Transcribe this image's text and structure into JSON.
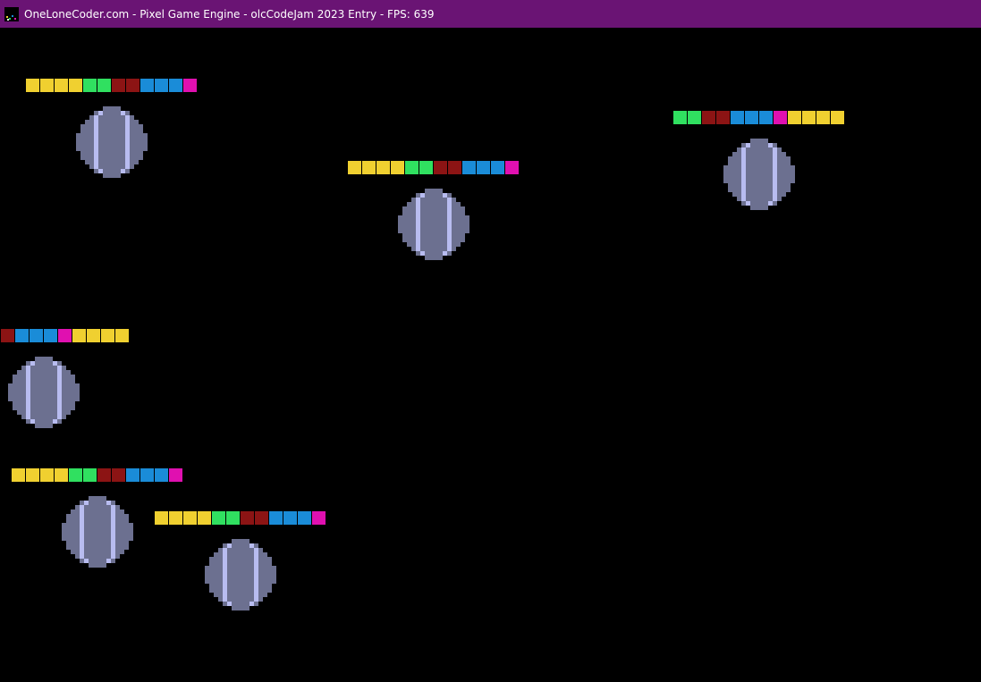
{
  "window": {
    "title": "OneLoneCoder.com - Pixel Game Engine - olcCodeJam 2023 Entry - FPS: 639",
    "titlebar_color": "#6a1474",
    "icon": "pixel-game-engine-app-icon"
  },
  "palette": {
    "Y": "#f0d030",
    "G": "#30e060",
    "R": "#8c1414",
    "B": "#1a8cd8",
    "M": "#e010b0",
    "ball_body": "#6c7090",
    "ball_seam": "#b8bcf0",
    "background": "#000000"
  },
  "entities": [
    {
      "queue": "YYYYGGRRBBBM"
    },
    {
      "queue": "YYYYGGRRBBBM"
    },
    {
      "queue": "GGRRBBBMYYYY"
    },
    {
      "queue": "RBBBMYYYY"
    },
    {
      "queue": "YYYYGGRRBBBM"
    },
    {
      "queue": "YYYYGGRRBBBM"
    }
  ]
}
